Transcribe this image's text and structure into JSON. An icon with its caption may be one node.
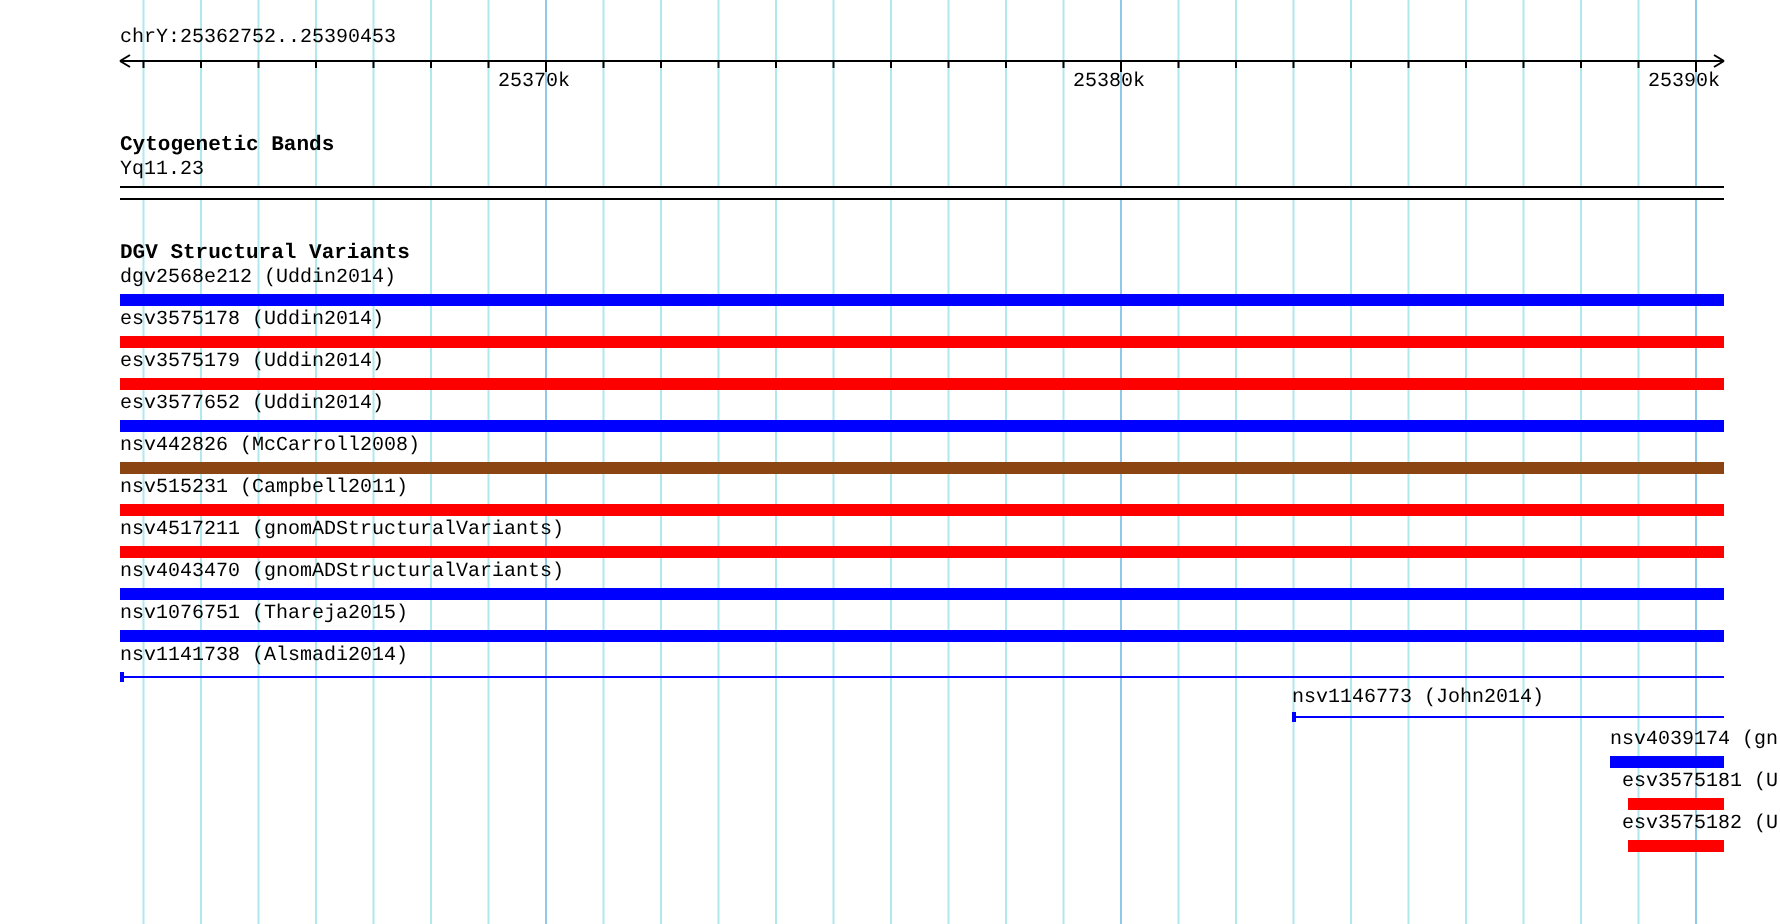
{
  "diagram": {
    "nodes": [
      {
        "text": [
          "Cytogenetic Bands"
        ]
      },
      {
        "text": [
          "Yq11.23"
        ],
        "in": 0
      },
      {
        "text": [
          "DGV Structural Variants"
        ]
      },
      {
        "text": [
          "dgv2568e212 (Uddin2014)"
        ],
        "in": 2
      },
      {
        "text": [
          "esv3575178 (Uddin2014)"
        ],
        "in": 2
      },
      {
        "text": [
          "esv3575179 (Uddin2014)"
        ],
        "in": 2
      },
      {
        "text": [
          "esv3577652 (Uddin2014)"
        ],
        "in": 2
      },
      {
        "text": [
          "nsv442826 (McCarroll2008)"
        ],
        "in": 2
      },
      {
        "text": [
          "nsv515231 (Campbell2011)"
        ],
        "in": 2
      },
      {
        "text": [
          "nsv4517211 (gnomADStructuralVariants)"
        ],
        "in": 2
      },
      {
        "text": [
          "nsv4043470 (gnomADStructuralVariants)"
        ],
        "in": 2
      },
      {
        "text": [
          "nsv1076751 (Thareja2015)"
        ],
        "in": 2
      },
      {
        "text": [
          "nsv1141738 (Alsmadi2014)"
        ],
        "in": 2
      },
      {
        "text": [
          "nsv1146773 (John2014)"
        ],
        "in": 2
      },
      {
        "text": [
          "nsv4039174 (gn"
        ],
        "in": 2
      },
      {
        "text": [
          "esv3575181 (U"
        ],
        "in": 2
      },
      {
        "text": [
          "esv3575182 (U"
        ],
        "in": 2
      }
    ],
    "labels": [
      "chrY:25362752..25390453",
      "25370k",
      "25380k",
      "25390k"
    ]
  }
}
